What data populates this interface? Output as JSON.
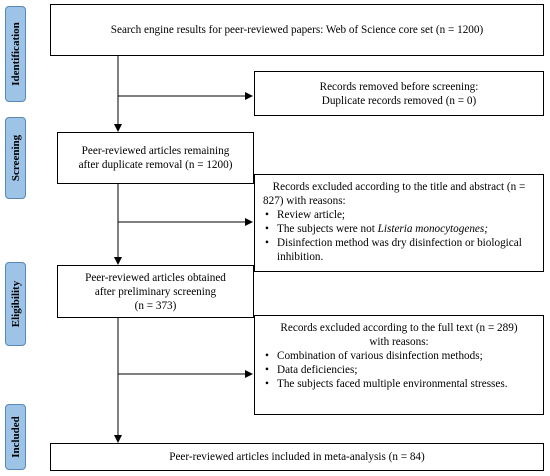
{
  "stages": [
    "Identification",
    "Screening",
    "Eligibility",
    "Included"
  ],
  "boxes": {
    "search": "Search engine results for peer-reviewed papers: Web of Science core set (n = 1200)",
    "removed_line1": "Records removed before screening:",
    "removed_line2": "Duplicate records removed (n = 0)",
    "remaining_line1": "Peer-reviewed articles remaining",
    "remaining_line2": "after duplicate removal (n = 1200)",
    "excluded_ta_line1": "Records excluded according to the title and abstract (n =",
    "excluded_ta_line2": "827) with reasons:",
    "excluded_ta_items": [
      "Review article;",
      "The subjects were not ",
      "Disinfection method was dry disinfection or biological inhibition."
    ],
    "excluded_ta_italic": "Listeria monocytogenes;",
    "obtained_line1": "Peer-reviewed articles obtained",
    "obtained_line2": "after preliminary screening",
    "obtained_line3": "(n = 373)",
    "excluded_ft_line1": "Records excluded according to the full text (n = 289)",
    "excluded_ft_line2": "with reasons:",
    "excluded_ft_items": [
      "Combination of various disinfection methods;",
      "Data deficiencies;",
      "The subjects faced multiple environmental stresses."
    ],
    "included": "Peer-reviewed articles included in meta-analysis (n = 84)"
  }
}
